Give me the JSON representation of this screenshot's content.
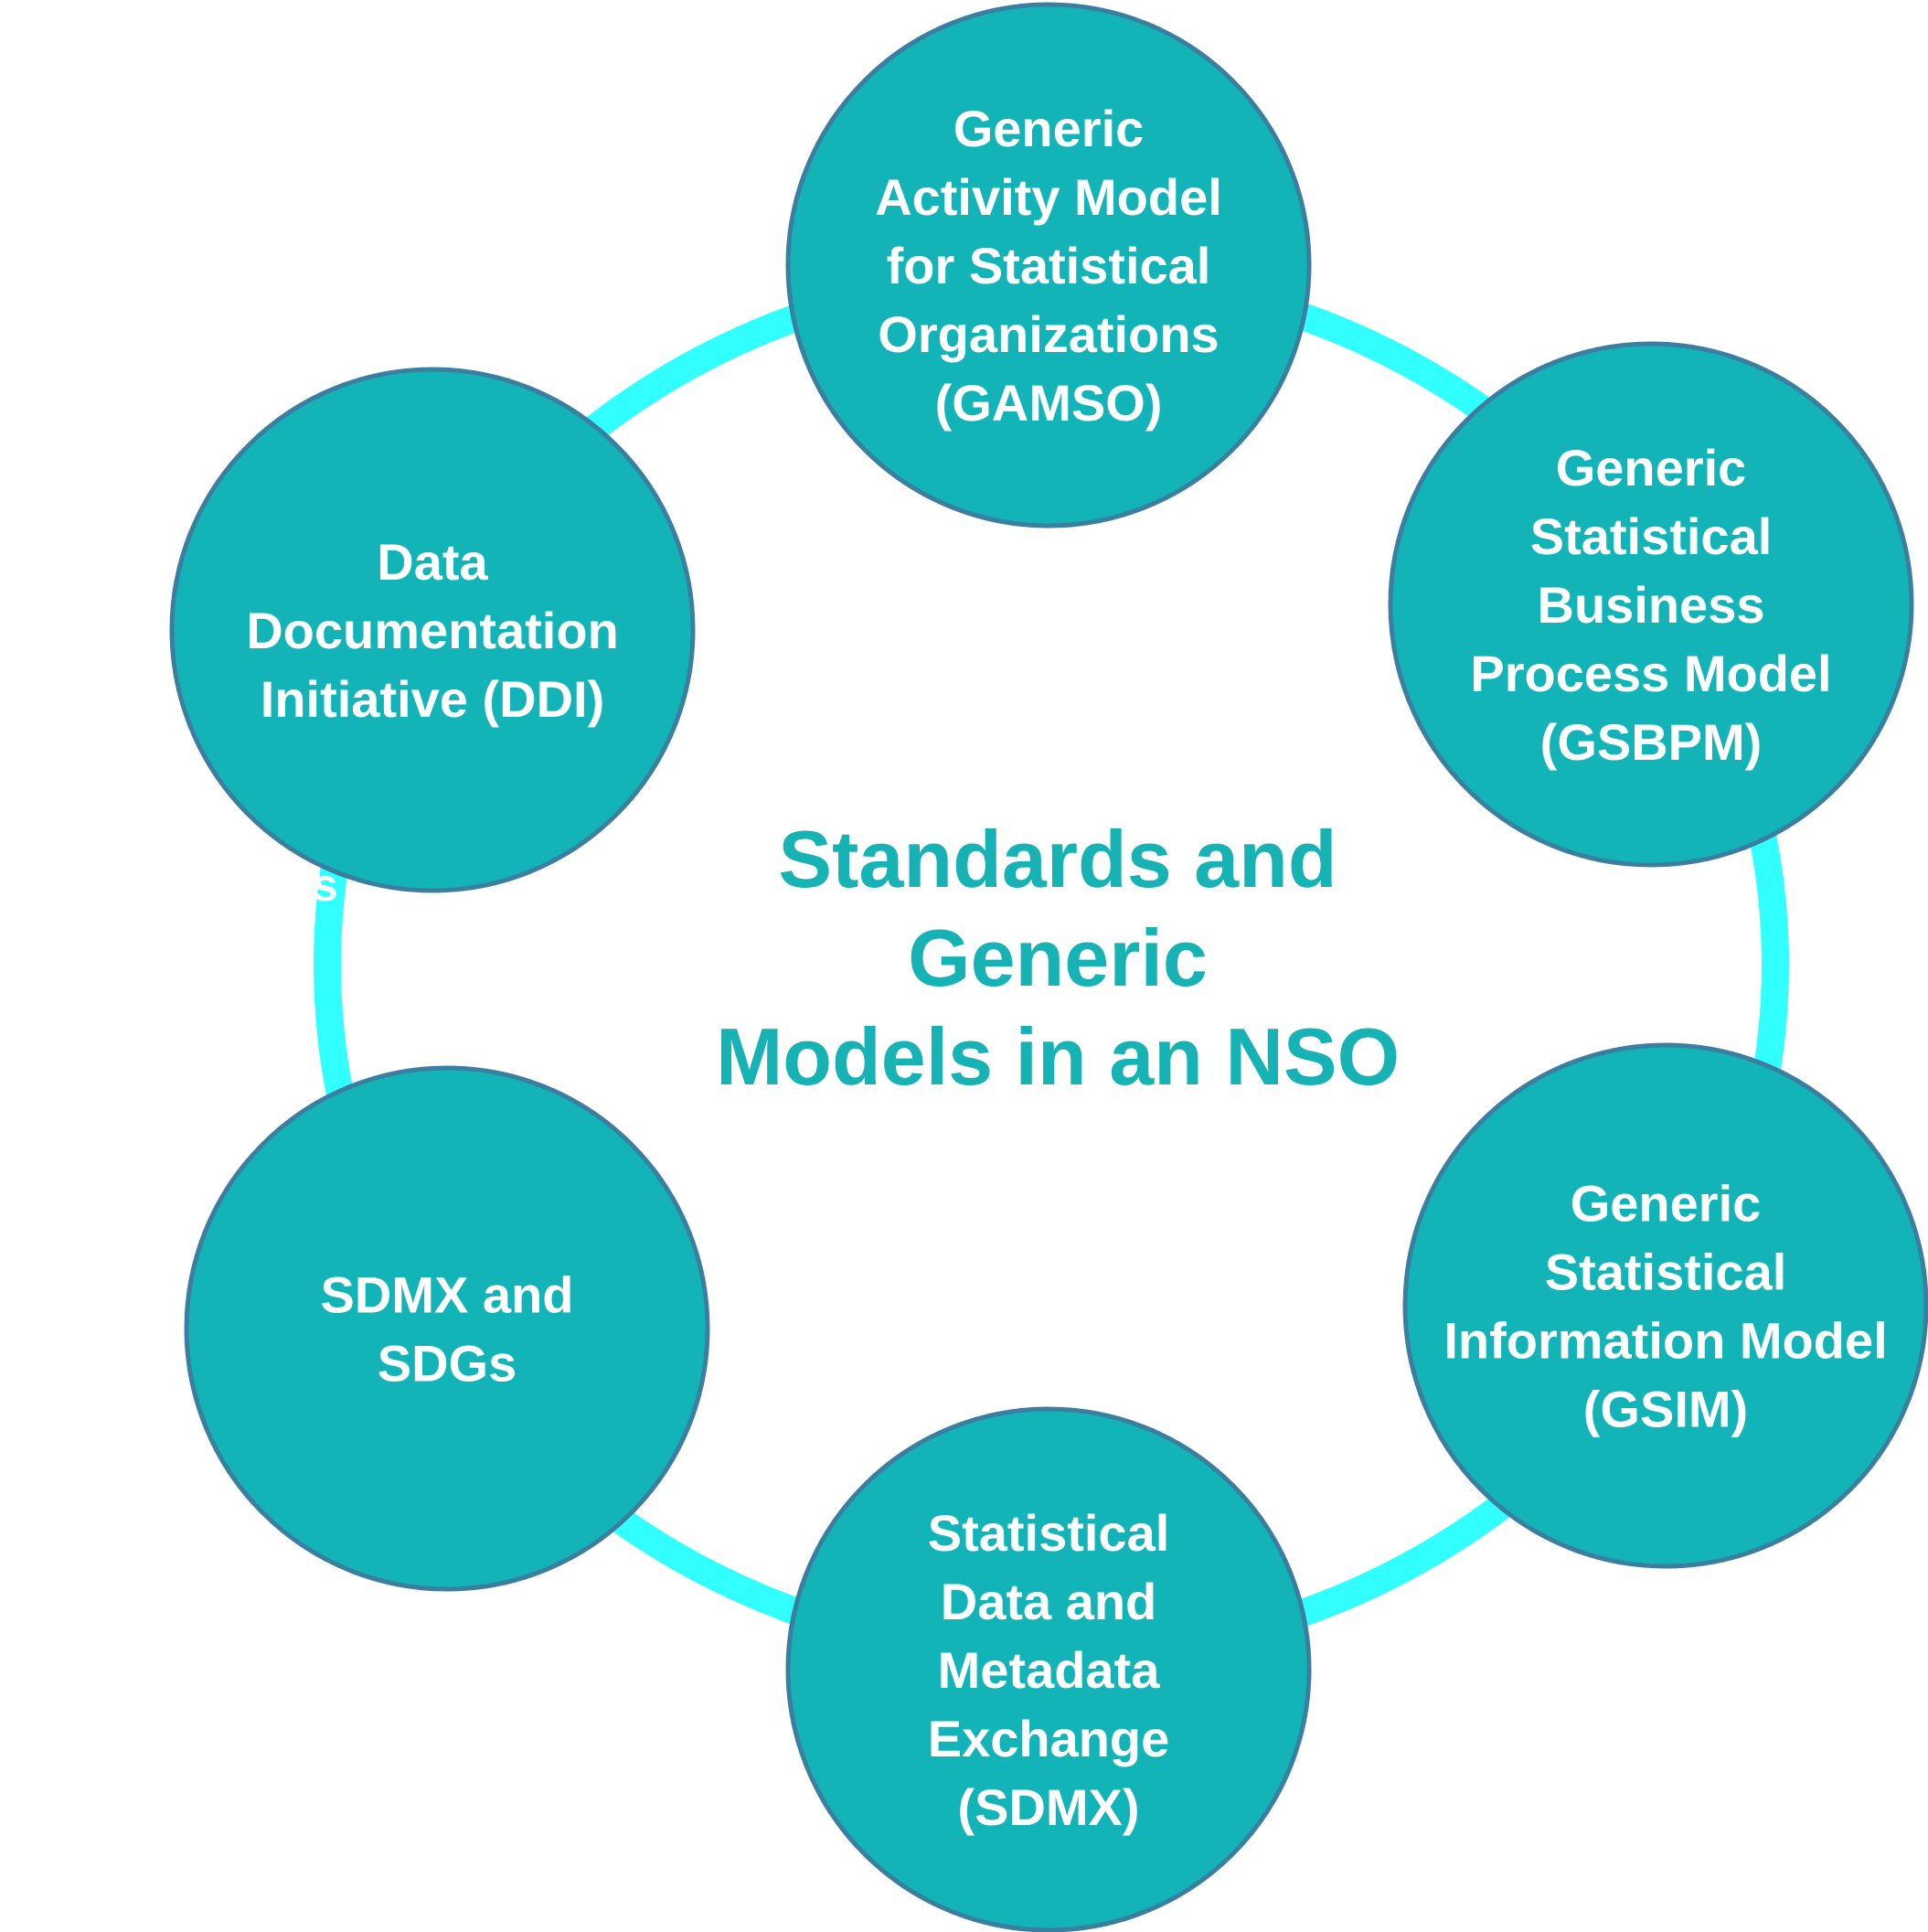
{
  "diagram": {
    "center_title": [
      "Standards and",
      "Generic",
      "Models in an NSO"
    ],
    "colors": {
      "ring": "#32ffff",
      "node_fill": "#12b4b8",
      "node_stroke": "#3a7fa0",
      "node_text": "#ffffff",
      "title_text": "#17b2b4"
    },
    "nodes": [
      {
        "id": "gamso",
        "lines": [
          "Generic",
          "Activity Model",
          "for Statistical",
          "Organizations",
          "(GAMSO)"
        ]
      },
      {
        "id": "gsbpm",
        "lines": [
          "Generic",
          "Statistical",
          "Business",
          "Process Model",
          "(GSBPM)"
        ]
      },
      {
        "id": "gsim",
        "lines": [
          "Generic",
          "Statistical",
          "Information Model",
          "(GSIM)"
        ]
      },
      {
        "id": "sdmx",
        "lines": [
          "Statistical",
          "Data and",
          "Metadata",
          "Exchange",
          "(SDMX)"
        ]
      },
      {
        "id": "sdmx-sdgs",
        "lines": [
          "SDMX and",
          "SDGs"
        ]
      },
      {
        "id": "ddi",
        "lines": [
          "Data",
          "Documentation",
          "Initiative (DDI)"
        ]
      }
    ],
    "stray_fragment": "ls"
  }
}
